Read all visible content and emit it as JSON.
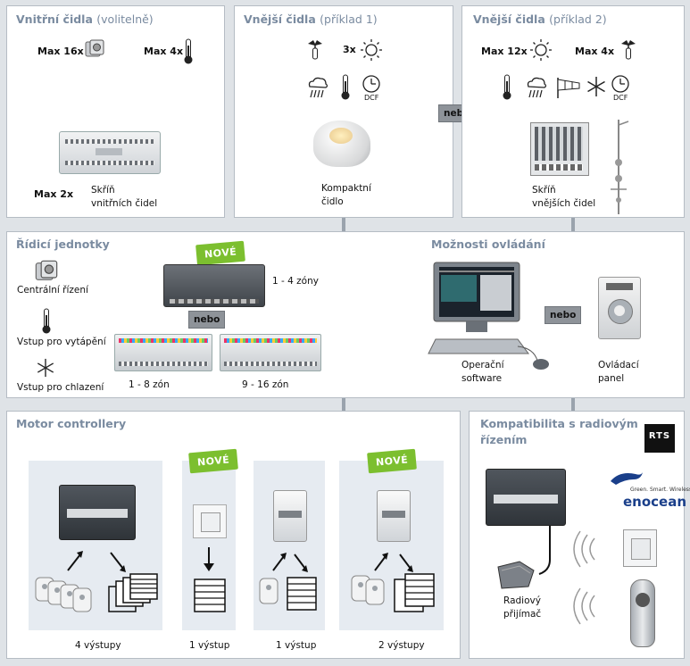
{
  "panels": {
    "inner_sensors": {
      "title": "Vnitřní čidla",
      "title_note": "(volitelně)",
      "max_16": "Max 16x",
      "max_4": "Max 4x",
      "max_2": "Max 2x",
      "cabinet_label_1": "Skříň",
      "cabinet_label_2": "vnitřních čidel"
    },
    "outer_sensors_1": {
      "title": "Vnější čidla",
      "title_note": "(příklad 1)",
      "count_sun": "3x",
      "dcf": "DCF",
      "compact_label_1": "Kompaktní",
      "compact_label_2": "čidlo"
    },
    "outer_sensors_2": {
      "title": "Vnější čidla",
      "title_note": "(příklad 2)",
      "max_12": "Max 12x",
      "max_4": "Max 4x",
      "dcf": "DCF",
      "cabinet_label_1": "Skříň",
      "cabinet_label_2": "vnějších čidel"
    },
    "control_units": {
      "title": "Řídicí jednotky",
      "central": "Centrální řízení",
      "heating": "Vstup pro vytápění",
      "cooling": "Vstup pro chlazení",
      "zones_1_4": "1 - 4 zóny",
      "zones_1_8": "1 - 8 zón",
      "zones_9_16": "9 - 16 zón",
      "nove": "NOVÉ",
      "nebo": "nebo"
    },
    "control_options": {
      "title": "Možnosti ovládání",
      "software_1": "Operační",
      "software_2": "software",
      "panel_1": "Ovládací",
      "panel_2": "panel",
      "nebo": "nebo"
    },
    "motor_controllers": {
      "title": "Motor controllery",
      "outputs_4": "4 výstupy",
      "outputs_1a": "1 výstup",
      "outputs_1b": "1 výstup",
      "outputs_2": "2 výstupy",
      "nove_1": "NOVÉ",
      "nove_2": "NOVÉ"
    },
    "radio": {
      "title_1": "Kompatibilita s radiovým",
      "title_2": "řízením",
      "rts": "RTS",
      "enocean_tag": "Green. Smart. Wireless.",
      "enocean": "enocean",
      "receiver_1": "Radiový",
      "receiver_2": "přijímač"
    },
    "nebo_middle": "nebo"
  },
  "colors": {
    "title": "#7a8ba0",
    "nove_green": "#7cbf2f",
    "nebo_grey": "#8e9399",
    "background": "#dfe3e7"
  }
}
